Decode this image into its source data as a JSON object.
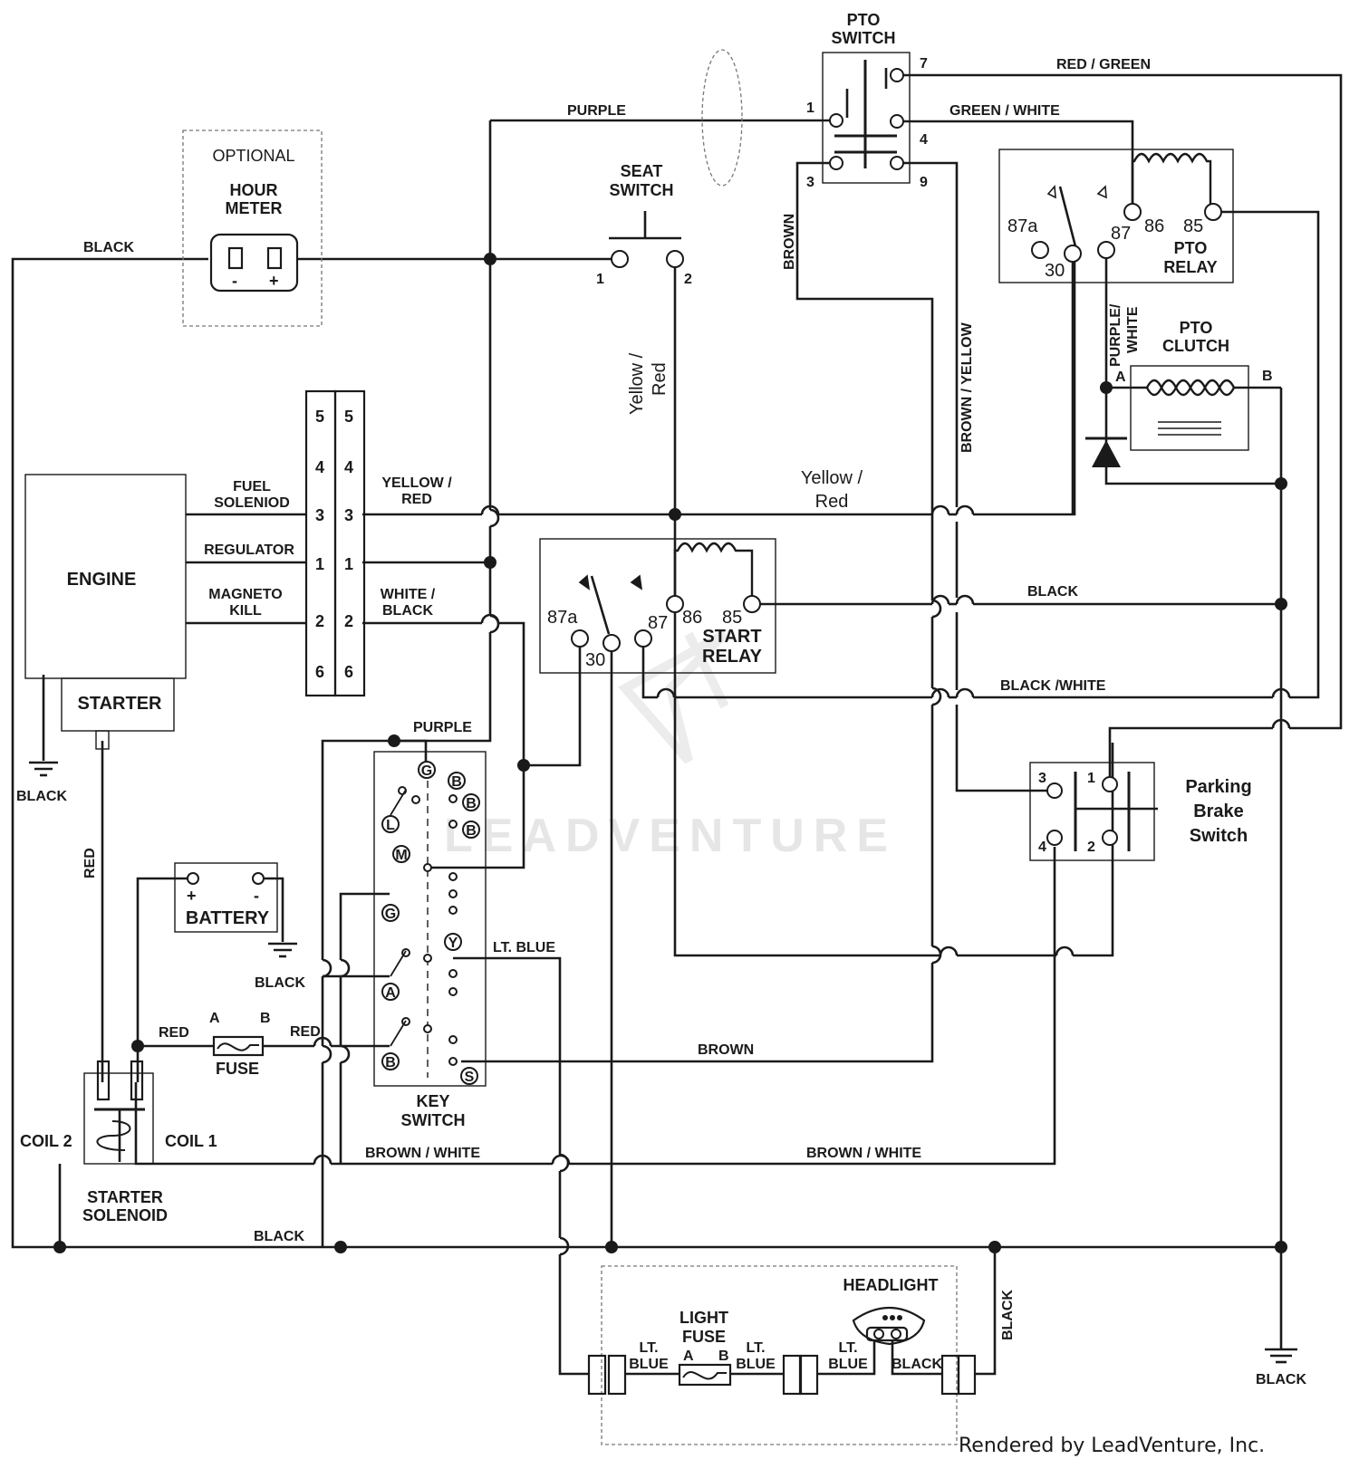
{
  "components": {
    "pto_switch": [
      "PTO",
      "SWITCH"
    ],
    "seat_switch": [
      "SEAT",
      "SWITCH"
    ],
    "optional": "OPTIONAL",
    "hour_meter": [
      "HOUR",
      "METER"
    ],
    "engine": "ENGINE",
    "starter": "STARTER",
    "pto_relay": [
      "PTO",
      "RELAY"
    ],
    "pto_clutch": [
      "PTO",
      "CLUTCH"
    ],
    "start_relay": [
      "START",
      "RELAY"
    ],
    "parking_brake": [
      "Parking",
      "Brake",
      "Switch"
    ],
    "battery": "BATTERY",
    "fuse": "FUSE",
    "key_switch": [
      "KEY",
      "SWITCH"
    ],
    "starter_solenoid": [
      "STARTER",
      "SOLENOID"
    ],
    "coil_2": "COIL 2",
    "coil_1": "COIL 1",
    "headlight": "HEADLIGHT",
    "light_fuse": [
      "LIGHT",
      "FUSE"
    ]
  },
  "engine_plugs": {
    "fuel_solenoid": [
      "FUEL",
      "SOLENIOD"
    ],
    "regulator": "REGULATOR",
    "magneto_kill": [
      "MAGNETO",
      "KILL"
    ]
  },
  "connector_pins": [
    "5",
    "4",
    "3",
    "1",
    "2",
    "6"
  ],
  "pto_switch_pins": [
    "7",
    "1",
    "4",
    "3",
    "9"
  ],
  "pto_relay_pins": [
    "87a",
    "30",
    "87",
    "86",
    "85"
  ],
  "start_relay_pins": [
    "87a",
    "30",
    "87",
    "86",
    "85"
  ],
  "clutch_pins": [
    "A",
    "B"
  ],
  "parking_pins": [
    "3",
    "1",
    "4",
    "2"
  ],
  "seat_pins": [
    "1",
    "2"
  ],
  "polarity": {
    "minus": "-",
    "plus": "+"
  },
  "fuse_pins": [
    "A",
    "B"
  ],
  "key_terminals": [
    "G",
    "B",
    "B",
    "B",
    "L",
    "M",
    "G",
    "Y",
    "A",
    "B",
    "S"
  ],
  "wires": {
    "purple": "PURPLE",
    "red_green": "RED / GREEN",
    "green_white": "GREEN / WHITE",
    "black": "BLACK",
    "brown": "BROWN",
    "brown_yellow": "BROWN / YELLOW",
    "purple_white": [
      "PURPLE/",
      "WHITE"
    ],
    "yellow_red_vert": [
      "Yellow /",
      "Red"
    ],
    "yellow_red_caps": [
      "YELLOW /",
      "RED"
    ],
    "white_black": [
      "WHITE /",
      "BLACK"
    ],
    "black_white": "BLACK /WHITE",
    "red": "RED",
    "lt_blue": "LT. BLUE",
    "lt": "LT.",
    "blue": "BLUE",
    "brown_white": "BROWN / WHITE"
  },
  "watermark": "LEADVENTURE",
  "credit": "Rendered by LeadVenture, Inc."
}
